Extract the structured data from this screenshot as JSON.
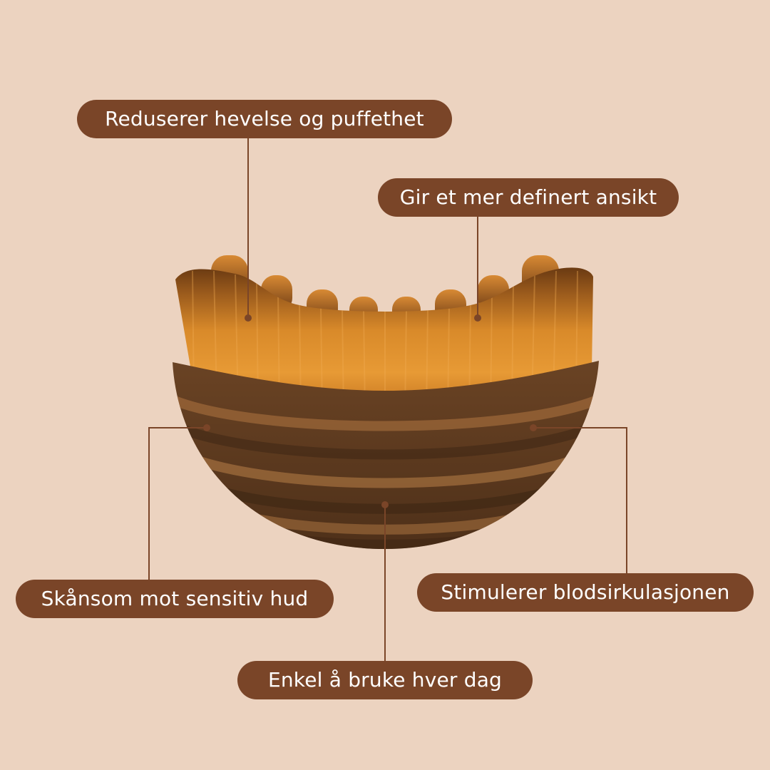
{
  "callouts": {
    "swelling": "Reduserer hevelse og puffethet",
    "defined": "Gir et mer definert ansikt",
    "gentle": "Skånsom mot sensitiv hud",
    "circulation": "Stimulerer blodsirkulasjonen",
    "daily": "Enkel å bruke hver dag"
  },
  "colors": {
    "background": "#ecd3c0",
    "pill": "#7a4528",
    "pill_text": "#ffffff",
    "line": "#7a4528"
  }
}
